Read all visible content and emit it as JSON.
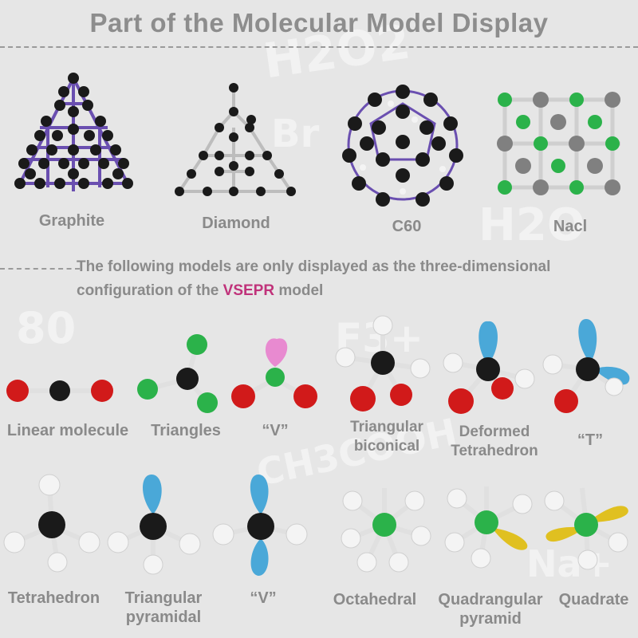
{
  "title": "Part of the Molecular Model Display",
  "crystals": [
    {
      "name": "Graphite"
    },
    {
      "name": "Diamond"
    },
    {
      "name": "C60"
    },
    {
      "name": "Nacl"
    }
  ],
  "note": {
    "line1": "The following models are only displayed as the three-dimensional",
    "line2_prefix": "configuration of the ",
    "line2_highlight": "VSEPR",
    "line2_suffix": " model"
  },
  "vsepr_row1": [
    {
      "name": "Linear molecule"
    },
    {
      "name": "Triangles"
    },
    {
      "name": "“V”"
    },
    {
      "name_line1": "Triangular",
      "name_line2": "biconical"
    },
    {
      "name_line1": "Deformed",
      "name_line2": "Tetrahedron"
    },
    {
      "name": "“T”"
    }
  ],
  "vsepr_row2": [
    {
      "name": "Tetrahedron"
    },
    {
      "name_line1": "Triangular",
      "name_line2": "pyramidal"
    },
    {
      "name": "“V”"
    },
    {
      "name": "Octahedral"
    },
    {
      "name_line1": "Quadrangular",
      "name_line2": "pyramid"
    },
    {
      "name": "Quadrate"
    }
  ],
  "colors": {
    "carbon": "#1a1a1a",
    "oxygen": "#d11a1a",
    "hydrogen": "#f4f4f4",
    "chlorine": "#2bb24a",
    "sodium": "#808080",
    "bond_purple": "#6a4fb0",
    "lone_pair_blue": "#4aa8d8",
    "lone_pair_pink": "#e88ad0",
    "lone_pair_yellow": "#e0c020",
    "highlight": "#c0327a"
  }
}
